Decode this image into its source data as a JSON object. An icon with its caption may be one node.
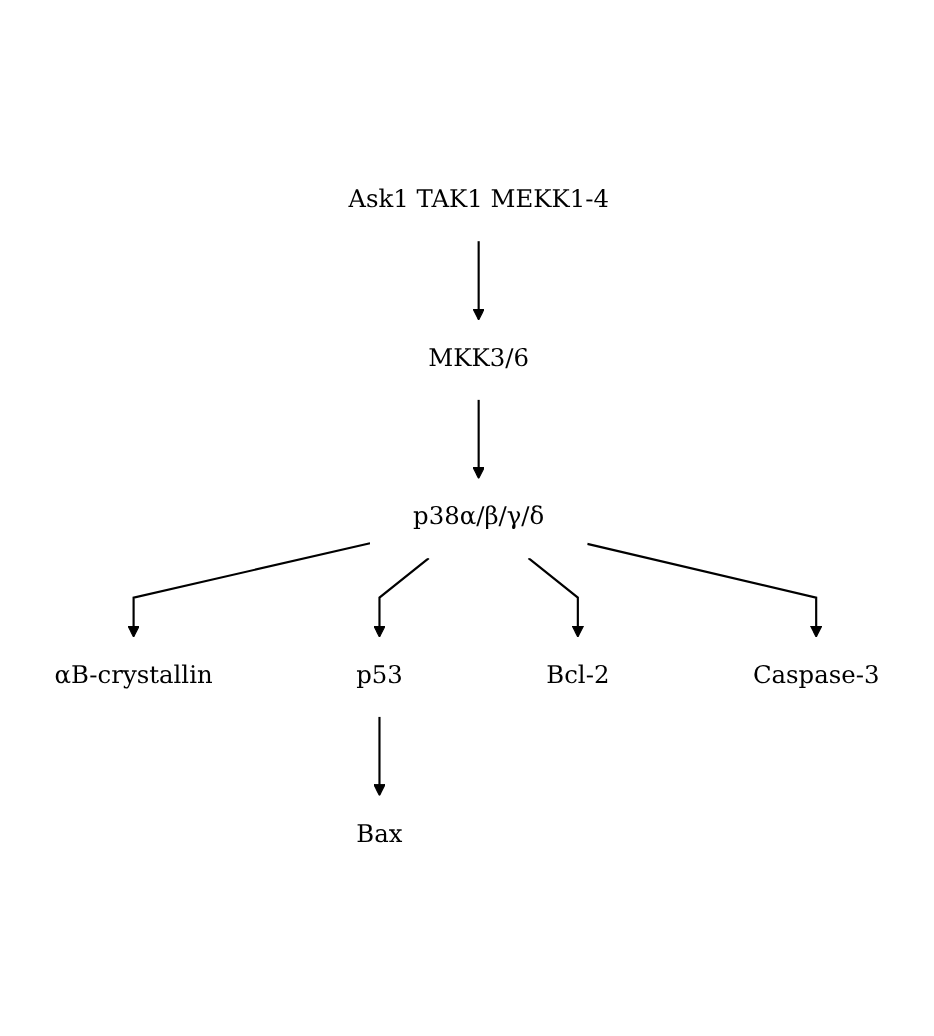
{
  "diagram": {
    "nodes": [
      {
        "text": [
          "Ask1 TAK1 MEKK1-4"
        ]
      },
      {
        "text": [
          "MKK3/6"
        ]
      },
      {
        "text": [
          "αB-crystallin"
        ]
      },
      {
        "text": [
          "p38α/β/γ/δ"
        ]
      },
      {
        "text": [
          "p53"
        ]
      },
      {
        "text": [
          "Bcl-2"
        ]
      },
      {
        "text": [
          "Caspase-3"
        ]
      },
      {
        "text": [
          "Bax"
        ]
      }
    ],
    "edges": [
      {
        "from": 0,
        "to": 1,
        "arrow": "to"
      },
      {
        "from": 1,
        "to": 3,
        "arrow": "to"
      },
      {
        "from": 3,
        "to": 2,
        "arrow": "to"
      },
      {
        "from": 3,
        "to": 4,
        "arrow": "to"
      },
      {
        "from": 3,
        "to": 5,
        "arrow": "to"
      },
      {
        "from": 3,
        "to": 6,
        "arrow": "to"
      },
      {
        "from": 4,
        "to": 7,
        "arrow": "to"
      }
    ]
  }
}
